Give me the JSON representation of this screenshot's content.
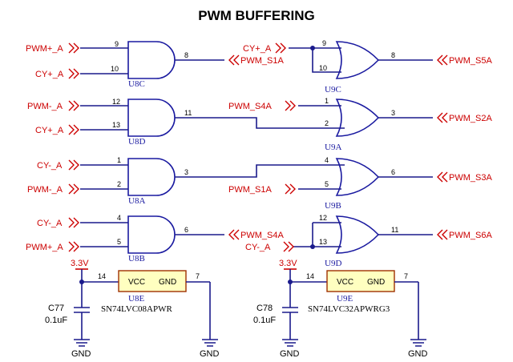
{
  "title": "PWM BUFFERING",
  "gates": [
    {
      "ref": "U8C",
      "in1_pin": "9",
      "in2_pin": "10",
      "out_pin": "8",
      "in1_net": "PWM+_A",
      "in2_net": "CY+_A",
      "out_net": "PWM_S1A"
    },
    {
      "ref": "U8D",
      "in1_pin": "12",
      "in2_pin": "13",
      "out_pin": "11",
      "in1_net": "PWM-_A",
      "in2_net": "CY+_A"
    },
    {
      "ref": "U8A",
      "in1_pin": "1",
      "in2_pin": "2",
      "out_pin": "3",
      "in1_net": "CY-_A",
      "in2_net": "PWM-_A"
    },
    {
      "ref": "U8B",
      "in1_pin": "4",
      "in2_pin": "5",
      "out_pin": "6",
      "in1_net": "CY-_A",
      "in2_net": "PWM+_A",
      "out_net": "PWM_S4A"
    },
    {
      "ref": "U9C",
      "in1_pin": "9",
      "in2_pin": "10",
      "out_pin": "8",
      "in_net": "CY+_A",
      "out_net": "PWM_S5A"
    },
    {
      "ref": "U9A",
      "in1_pin": "1",
      "in2_pin": "2",
      "out_pin": "3",
      "in1_net": "PWM_S4A",
      "out_net": "PWM_S2A"
    },
    {
      "ref": "U9B",
      "in1_pin": "4",
      "in2_pin": "5",
      "out_pin": "6",
      "in2_net": "PWM_S1A",
      "out_net": "PWM_S3A"
    },
    {
      "ref": "U9D",
      "in1_pin": "12",
      "in2_pin": "13",
      "out_pin": "11",
      "in_net": "CY-_A",
      "out_net": "PWM_S6A"
    }
  ],
  "power": [
    {
      "ref": "U8E",
      "part": "SN74LVC08APWR",
      "vcc_pin": "14",
      "gnd_pin": "7",
      "vcc_label": "VCC",
      "gnd_label": "GND",
      "supply": "3.3V",
      "cap": "C77",
      "cap_value": "0.1uF",
      "gnd1": "GND",
      "gnd2": "GND"
    },
    {
      "ref": "U9E",
      "part": "SN74LVC32APWRG3",
      "vcc_pin": "14",
      "gnd_pin": "7",
      "vcc_label": "VCC",
      "gnd_label": "GND",
      "supply": "3.3V",
      "cap": "C78",
      "cap_value": "0.1uF",
      "gnd1": "GND",
      "gnd2": "GND"
    }
  ]
}
